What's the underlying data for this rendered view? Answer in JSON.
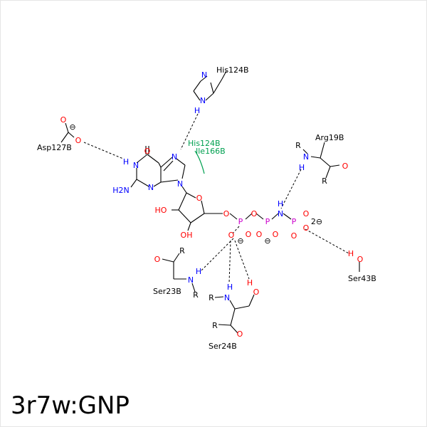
{
  "caption": "3r7w:GNP",
  "colors": {
    "nitrogen": "#0000ff",
    "oxygen": "#ff0000",
    "phosphorus": "#cc00cc",
    "carbon": "#000000",
    "hydrophobic": "#00a050",
    "hbond": "#000000"
  },
  "residues": {
    "his124_top": "His124B",
    "asp127": "Asp127B",
    "his124_hydrophobic": "His124B",
    "ile166": "Ile166B",
    "arg19": "Arg19B",
    "ser43": "Ser43B",
    "ser23": "Ser23B",
    "ser24": "Ser24B"
  },
  "atoms": {
    "o_carbonyl": "O",
    "n1": "N",
    "h_n1": "H",
    "n3": "N",
    "nh2": "H2N",
    "n7": "N",
    "n9": "N",
    "o_ring": "O",
    "ho_2": "HO",
    "oh_3": "OH",
    "o5": "O",
    "pa": "P",
    "o_pa_1": "O",
    "o_pa_2": "O",
    "o_pa_3": "O",
    "o_ab": "O",
    "pb": "P",
    "o_pb_1": "O",
    "o_pb_2": "O",
    "o_pb_3": "O",
    "n_bg": "N",
    "h_bg": "H",
    "pg": "P",
    "o_pg_1": "O",
    "o_pg_2": "O",
    "o_pg_3": "O",
    "his_n_a": "N",
    "his_n_b": "N",
    "his_h": "H",
    "asp_o1": "O",
    "asp_o2": "O",
    "arg_r": "R",
    "arg_n": "N",
    "arg_h": "H",
    "arg_o": "O",
    "arg_r2": "R",
    "ser43_h": "H",
    "ser43_o": "O",
    "ser23_o": "O",
    "ser23_r": "R",
    "ser23_n": "N",
    "ser23_h": "H",
    "ser23_r2": "R",
    "ser24_r": "R",
    "ser24_n": "N",
    "ser24_h": "H",
    "ser24_oh_h": "H",
    "ser24_o_side": "O",
    "ser24_r2": "R",
    "ser24_o": "O"
  },
  "charges": {
    "minus": "⊖",
    "pg_charge": "2⊖"
  }
}
